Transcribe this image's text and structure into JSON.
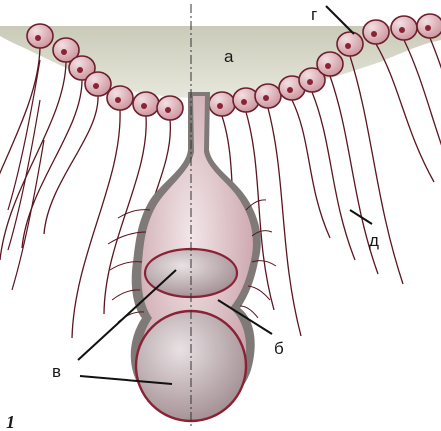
{
  "figure": {
    "number": "1",
    "labels": {
      "a": "а",
      "b": "б",
      "v": "в",
      "g": "г",
      "d": "д"
    }
  },
  "colors": {
    "upper_mass": "#dcdccc",
    "cell_fill": "#d9a7ae",
    "cell_outline": "#6e1f2c",
    "cell_nucleus": "#8a2435",
    "flagellum": "#5a1620",
    "sac_outer": "#807a78",
    "sac_inner": "#dcc2c6",
    "chamber_fill": "#b8a6aa",
    "chamber_outline": "#8a2236",
    "leader_line": "#111111"
  }
}
